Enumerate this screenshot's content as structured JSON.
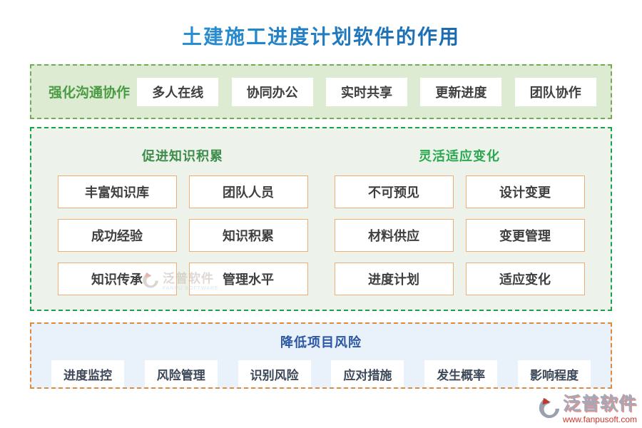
{
  "page": {
    "title": "土建施工进度计划软件的作用"
  },
  "colors": {
    "title_gradient_start": "#2fa0e4",
    "title_gradient_end": "#15599f",
    "section1_bg": "#dcebd1",
    "section1_border": "#76a95a",
    "section1_label_green": "#4a9b43",
    "section2_bg": "#edf3ea",
    "section2_border": "#19a24b",
    "knowledge_label_green": "#3c8c4a",
    "flexibility_label_green": "#2aa850",
    "card_border_orange": "#f0ae77",
    "section3_bg": "#e9f1fb",
    "section3_border": "#e08a3e",
    "risk_label_blue": "#2b56a3",
    "chip_text": "#3f3f3f",
    "risk_chip_text": "#3d4858",
    "brand_red": "#c9392f",
    "brand_gray": "#a3a9b8"
  },
  "sections": {
    "communication": {
      "label": "强化沟通协作",
      "items": [
        "多人在线",
        "协同办公",
        "实时共享",
        "更新进度",
        "团队协作"
      ]
    },
    "knowledge": {
      "label": "促进知识积累",
      "items": [
        "丰富知识库",
        "团队人员",
        "成功经验",
        "知识积累",
        "知识传承",
        "管理水平"
      ]
    },
    "flexibility": {
      "label": "灵活适应变化",
      "items": [
        "不可预见",
        "设计变更",
        "材料供应",
        "变更管理",
        "进度计划",
        "适应变化"
      ]
    },
    "risk": {
      "label": "降低项目风险",
      "items": [
        "进度监控",
        "风险管理",
        "识别风险",
        "应对措施",
        "发生概率",
        "影响程度"
      ]
    }
  },
  "watermark": {
    "brand": "泛普软件",
    "subtext": "FANPU SOFTWARE"
  },
  "footer": {
    "brand": "泛普软件",
    "url": "www.fanpusoft.com"
  }
}
